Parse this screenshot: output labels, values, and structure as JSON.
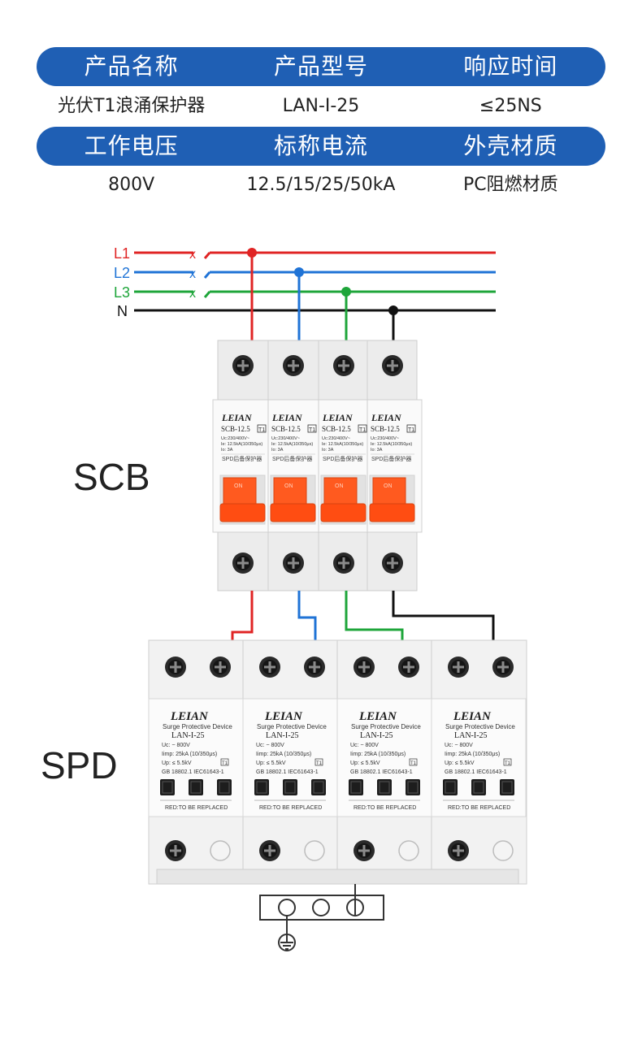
{
  "spec_table": {
    "header1": [
      "产品名称",
      "产品型号",
      "响应时间"
    ],
    "row1": [
      "光伏T1浪涌保护器",
      "LAN-I-25",
      "≤25NS"
    ],
    "header2": [
      "工作电压",
      "标称电流",
      "外壳材质"
    ],
    "row2": [
      "800V",
      "12.5/15/25/50kA",
      "PC阻燃材质"
    ]
  },
  "wiring": {
    "lines": [
      "L1",
      "L2",
      "L3",
      "N"
    ],
    "line_colors": [
      "#e02424",
      "#1f73d6",
      "#1ea53a",
      "#111111"
    ],
    "breaker_mark": "x"
  },
  "scb": {
    "label": "SCB",
    "brand": "LEIAN",
    "model": "SCB-12.5",
    "type_badge": "T1",
    "spec_uc": "Uc:230/400V~",
    "spec_ie": "Ie: 12.5kA(10/350μs)",
    "spec_io": "Io: 3A",
    "footer": "SPD后备保护器",
    "handle_text": "ON"
  },
  "spd": {
    "label": "SPD",
    "brand": "LEIAN",
    "subtitle": "Surge Protective Device",
    "model": "LAN-I-25",
    "spec_uc": "Uc:  ~ 800V",
    "spec_iimp": "Iimp:    25kA (10/350μs)",
    "spec_up": "Up:  ≤ 5.5kV",
    "type_badge": "T1",
    "standard": "GB 18802.1 IEC61643-1",
    "indicator": "RED:TO BE REPLACED"
  }
}
